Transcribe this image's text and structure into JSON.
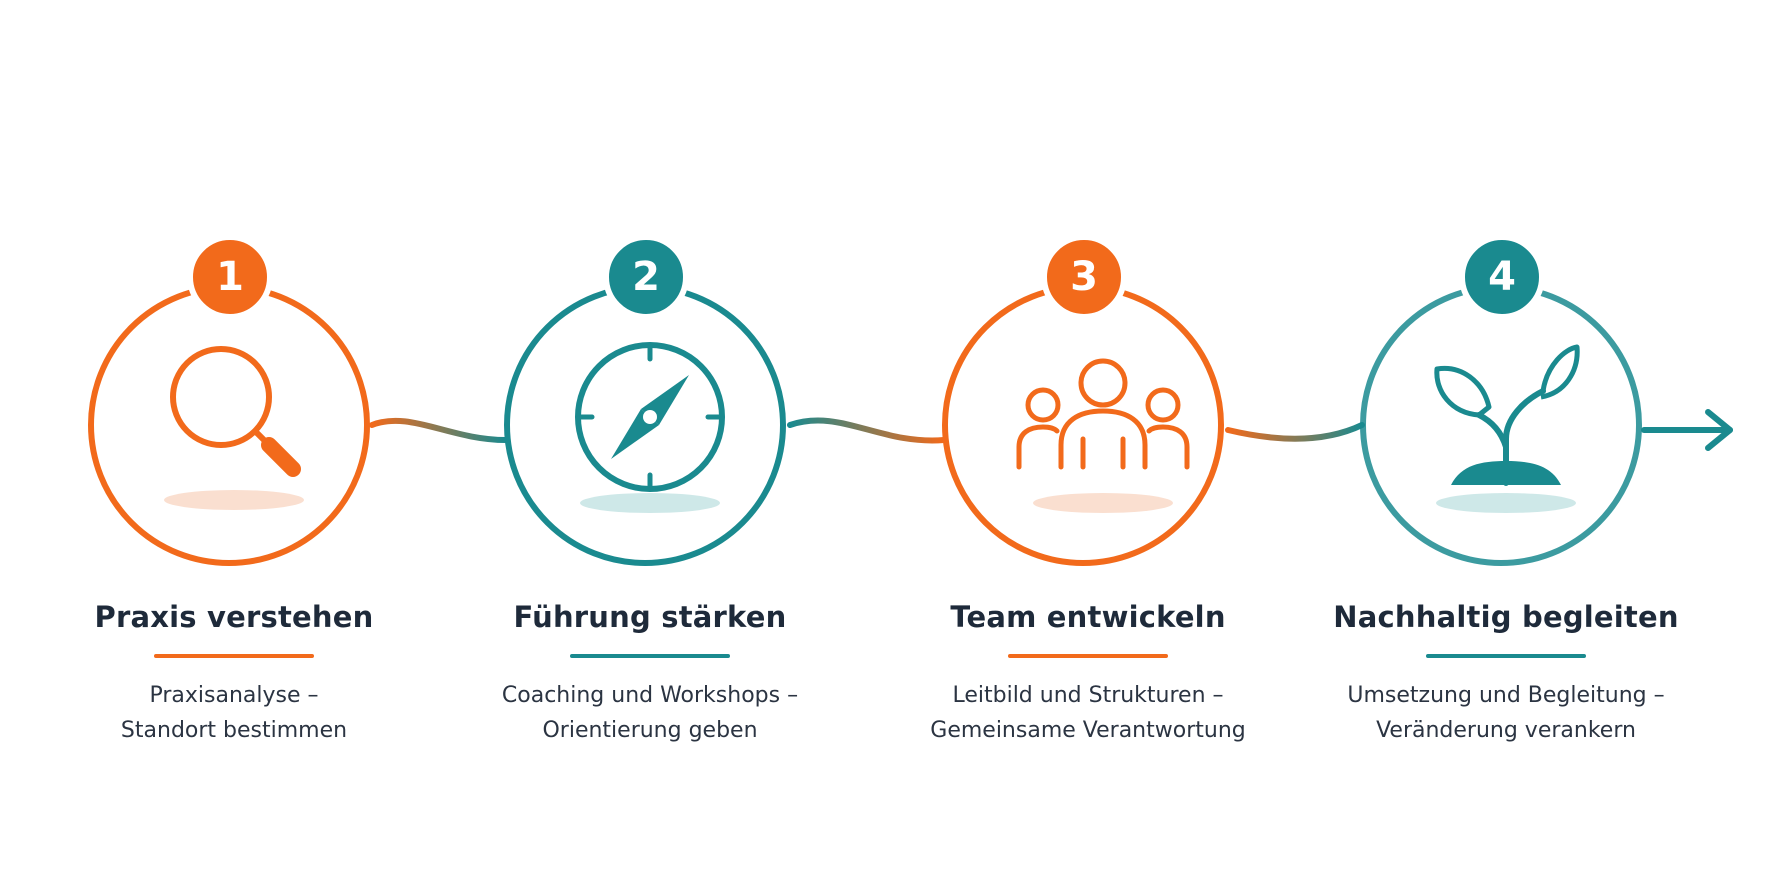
{
  "colors": {
    "orange": "#f26a1b",
    "teal": "#1a8a8f",
    "title": "#1e2a3a",
    "text": "#2b3442"
  },
  "steps": [
    {
      "number": "1",
      "title": "Praxis verstehen",
      "line1": "Praxisanalyse –",
      "line2": "Standort bestimmen",
      "icon": "magnifier-icon",
      "accent": "orange"
    },
    {
      "number": "2",
      "title": "Führung stärken",
      "line1": "Coaching und Workshops –",
      "line2": "Orientierung geben",
      "icon": "compass-icon",
      "accent": "teal"
    },
    {
      "number": "3",
      "title": "Team entwickeln",
      "line1": "Leitbild und Strukturen –",
      "line2": "Gemeinsame Verantwortung",
      "icon": "team-icon",
      "accent": "orange"
    },
    {
      "number": "4",
      "title": "Nachhaltig begleiten",
      "line1": "Umsetzung und Begleitung –",
      "line2": "Veränderung verankern",
      "icon": "sprout-icon",
      "accent": "teal"
    }
  ]
}
